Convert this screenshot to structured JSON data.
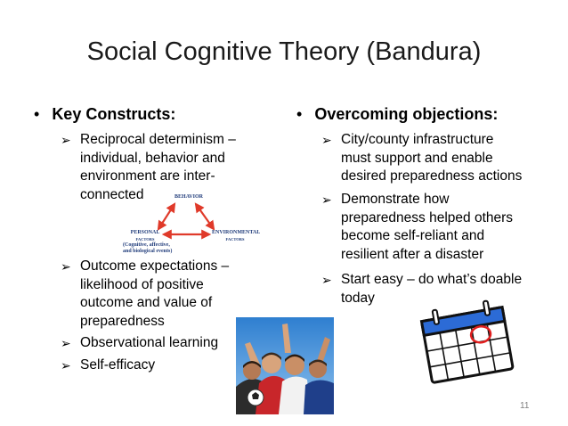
{
  "slide": {
    "title": "Social Cognitive Theory (Bandura)",
    "page_number": "11"
  },
  "left": {
    "heading": "Key Constructs:",
    "items": [
      "Reciprocal determinism –\nindividual, behavior and\nenvironment are inter-\nconnected",
      "Outcome expectations –\nlikelihood of positive\noutcome and value of\npreparedness",
      "Observational learning",
      "Self-efficacy"
    ]
  },
  "right": {
    "heading": "Overcoming objections:",
    "items": [
      "City/county infrastructure\nmust support and enable\ndesired preparedness actions",
      "Demonstrate how\npreparedness helped others\nbecome self-reliant and\nresilient after a disaster",
      "Start easy – do what’s doable\ntoday"
    ]
  },
  "diagram": {
    "behavior": "BEHAVIOR",
    "personal": "PERSONAL",
    "personal_sub": "FACTORS",
    "personal_note": "(Cognitive, affective,\nand biological events)",
    "environmental": "ENVIRONMENTAL",
    "environmental_sub": "FACTORS"
  },
  "bullet_glyph": "•",
  "arrow_glyph": "➢",
  "colors": {
    "arrow_red": "#e03a2a",
    "diagram_text": "#1f3b7a",
    "calendar_blue": "#2c6bd6",
    "circle_red": "#e02020"
  },
  "icons": {
    "photo": "group-of-cheering-people-photo",
    "calendar": "calendar-icon"
  }
}
